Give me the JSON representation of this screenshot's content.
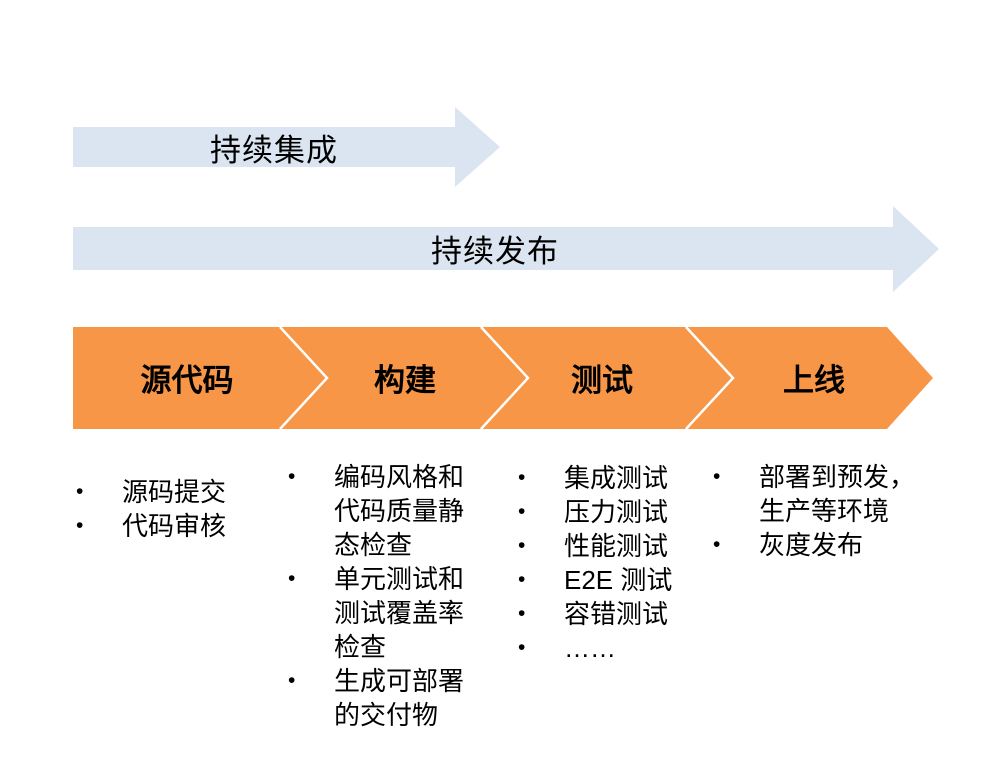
{
  "diagram": {
    "title_semantic": "CI/CD pipeline diagram",
    "colors": {
      "light_blue": "#dbe5f1",
      "orange": "#f79646",
      "chevron_line": "#ffffff",
      "text": "#000000",
      "background": "#ffffff"
    },
    "bullet_char": "•",
    "top_arrows": [
      {
        "label": "持续集成"
      },
      {
        "label": "持续发布"
      }
    ],
    "stages": [
      {
        "label": "源代码",
        "bullets": [
          "源码提交",
          "代码审核"
        ]
      },
      {
        "label": "构建",
        "bullets": [
          "编码风格和\n代码质量静\n态检查",
          "单元测试和\n测试覆盖率\n检查",
          "生成可部署\n的交付物"
        ]
      },
      {
        "label": "测试",
        "bullets": [
          "集成测试",
          "压力测试",
          "性能测试",
          "E2E 测试",
          "容错测试",
          "……"
        ]
      },
      {
        "label": "上线",
        "bullets": [
          "部署到预发，\n生产等环境",
          "灰度发布"
        ]
      }
    ]
  }
}
